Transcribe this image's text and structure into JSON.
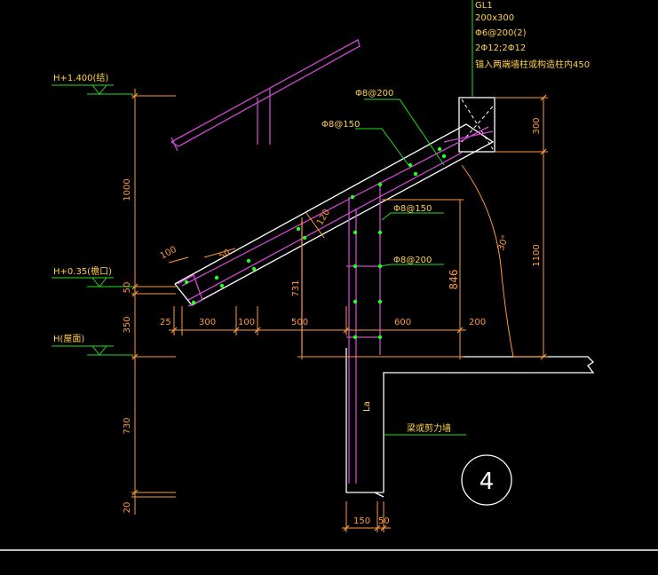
{
  "labels": {
    "beam_code": "GL1",
    "beam_size": "200x300",
    "beam_stirrup": "Φ6@200(2)",
    "beam_main": "2Φ12;2Φ12",
    "beam_note": "锚入两端墙柱或构造柱内450",
    "rebar_top": "Φ8@200",
    "rebar_slope": "Φ8@150",
    "rebar_v1": "Φ8@150",
    "rebar_v2": "Φ8@200",
    "wall_note": "梁或剪力墙",
    "la": "La",
    "level_1": "H+1.400(结)",
    "level_2": "H+0.35(檐口)",
    "level_3": "H(屋面)",
    "detail_no": "4"
  },
  "dims": {
    "d1000": "1000",
    "d350": "350",
    "d50": "50",
    "d730": "730",
    "d20": "20",
    "d300r": "300",
    "d1100": "1100",
    "d100": "100",
    "d50b": "50",
    "d25": "25",
    "d300": "300",
    "d100b": "100",
    "d500": "500",
    "d600": "600",
    "d200": "200",
    "d120": "120",
    "d731": "731",
    "d846": "846",
    "d150": "150",
    "d50c": "50",
    "angle": "30°"
  },
  "colors": {
    "background": "#000000",
    "concrete": "#ffffff",
    "rebar": "#d048d0",
    "dim": "#ff9a3c",
    "leader": "#22dd22",
    "text": "#ffd24a",
    "dot": "#22ff22"
  }
}
